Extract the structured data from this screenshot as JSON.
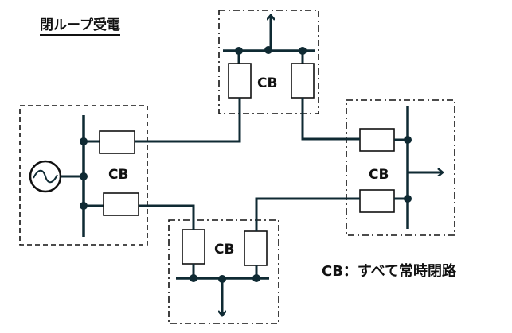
{
  "title": "閉ループ受電",
  "note": "CB：すべて常時閉路",
  "units": {
    "source": {
      "label": "CB",
      "type": "generator-bus"
    },
    "top": {
      "label": "CB",
      "type": "load-bus"
    },
    "right": {
      "label": "CB",
      "type": "load-bus"
    },
    "bottom": {
      "label": "CB",
      "type": "load-bus"
    }
  },
  "colors": {
    "line": "#0f2a33",
    "frame": "#111111"
  }
}
